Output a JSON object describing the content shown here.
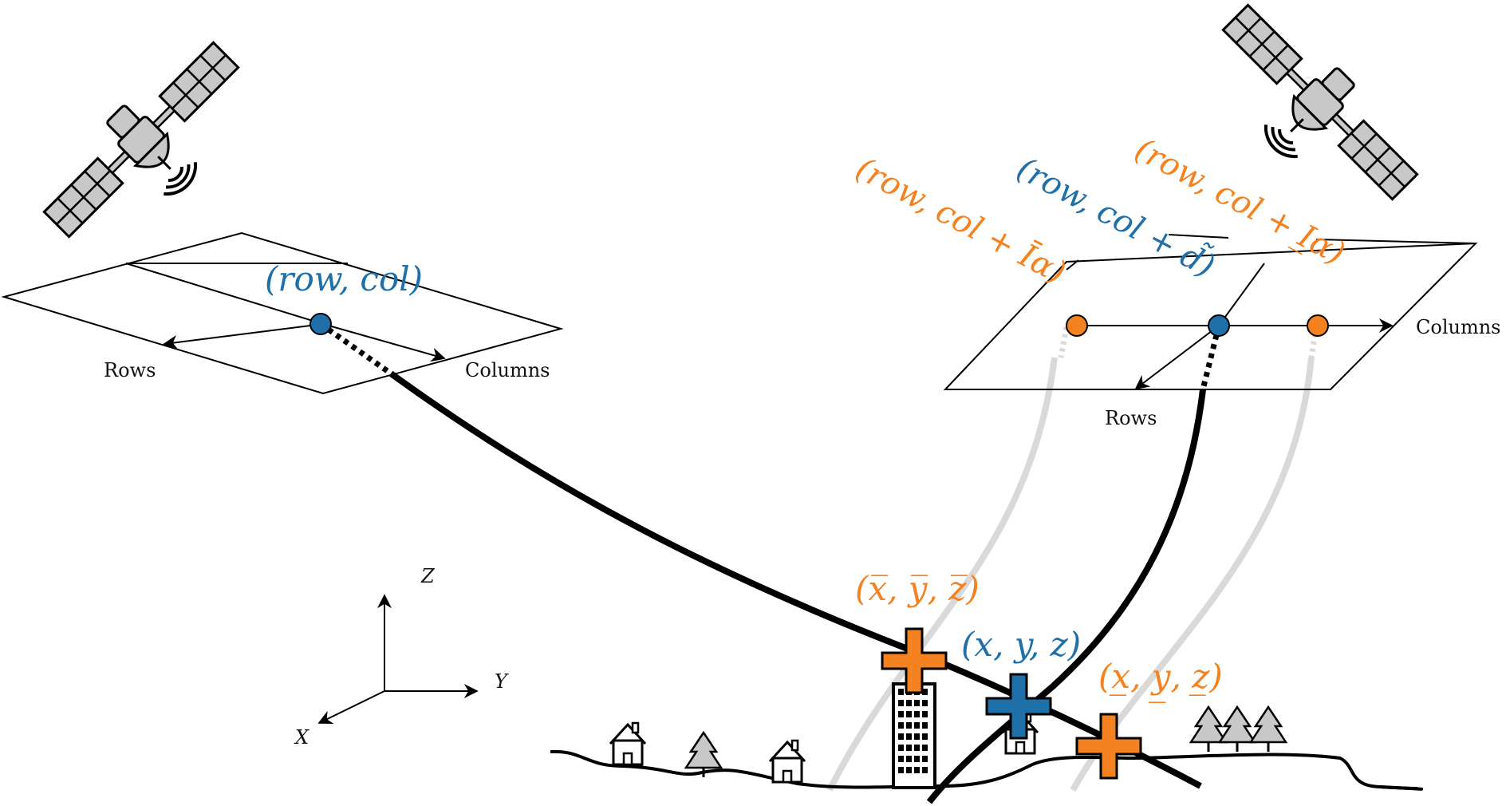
{
  "colors": {
    "blue": "#1f6fa9",
    "orange": "#f58220",
    "black": "#000000",
    "gray": "#d9d9d9",
    "satellite_gray": "#c8c8c8"
  },
  "left_image": {
    "pixel_label": "(row, col)",
    "rows_label": "Rows",
    "columns_label": "Columns"
  },
  "right_image": {
    "left_pixel_label": "(row, col + Īα)",
    "center_pixel_label": "(row, col + d̃)",
    "right_pixel_label": "(row, col + I̲α)",
    "rows_label": "Rows",
    "columns_label": "Columns"
  },
  "ground_points": {
    "upper_label": "(x̅, y̅, z̅)",
    "center_label": "(x, y, z)",
    "lower_label": "(x̲, y̲, z̲)"
  },
  "axes": {
    "x_label": "X",
    "y_label": "Y",
    "z_label": "Z"
  },
  "icons": [
    "satellite-icon",
    "house-icon",
    "tree-icon",
    "building-icon"
  ]
}
